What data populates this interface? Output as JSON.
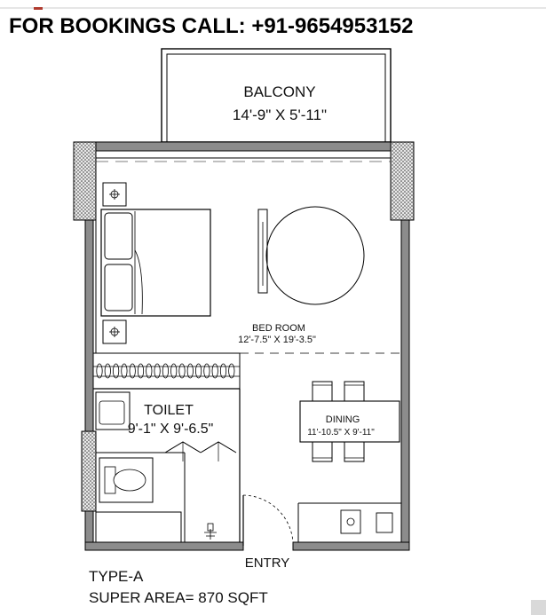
{
  "header": {
    "bookings_text": "FOR BOOKINGS CALL: +91-9654953152"
  },
  "rooms": {
    "balcony": {
      "name": "BALCONY",
      "size": "14'-9\" X 5'-11\""
    },
    "bedroom": {
      "name": "BED ROOM",
      "size": "12'-7.5\" X 19'-3.5\""
    },
    "toilet": {
      "name": "TOILET",
      "size": "9'-1\" X 9'-6.5\""
    },
    "dining": {
      "name": "DINING",
      "size": "11'-10.5\" X 9'-11\""
    },
    "entry": {
      "name": "ENTRY"
    }
  },
  "footer": {
    "type": "TYPE-A",
    "super_area": "SUPER AREA= 870 SQFT"
  },
  "colors": {
    "wall": "#808080",
    "hatch": "#9a9a9a",
    "line": "#000000",
    "accent_red": "#b03a2e"
  }
}
